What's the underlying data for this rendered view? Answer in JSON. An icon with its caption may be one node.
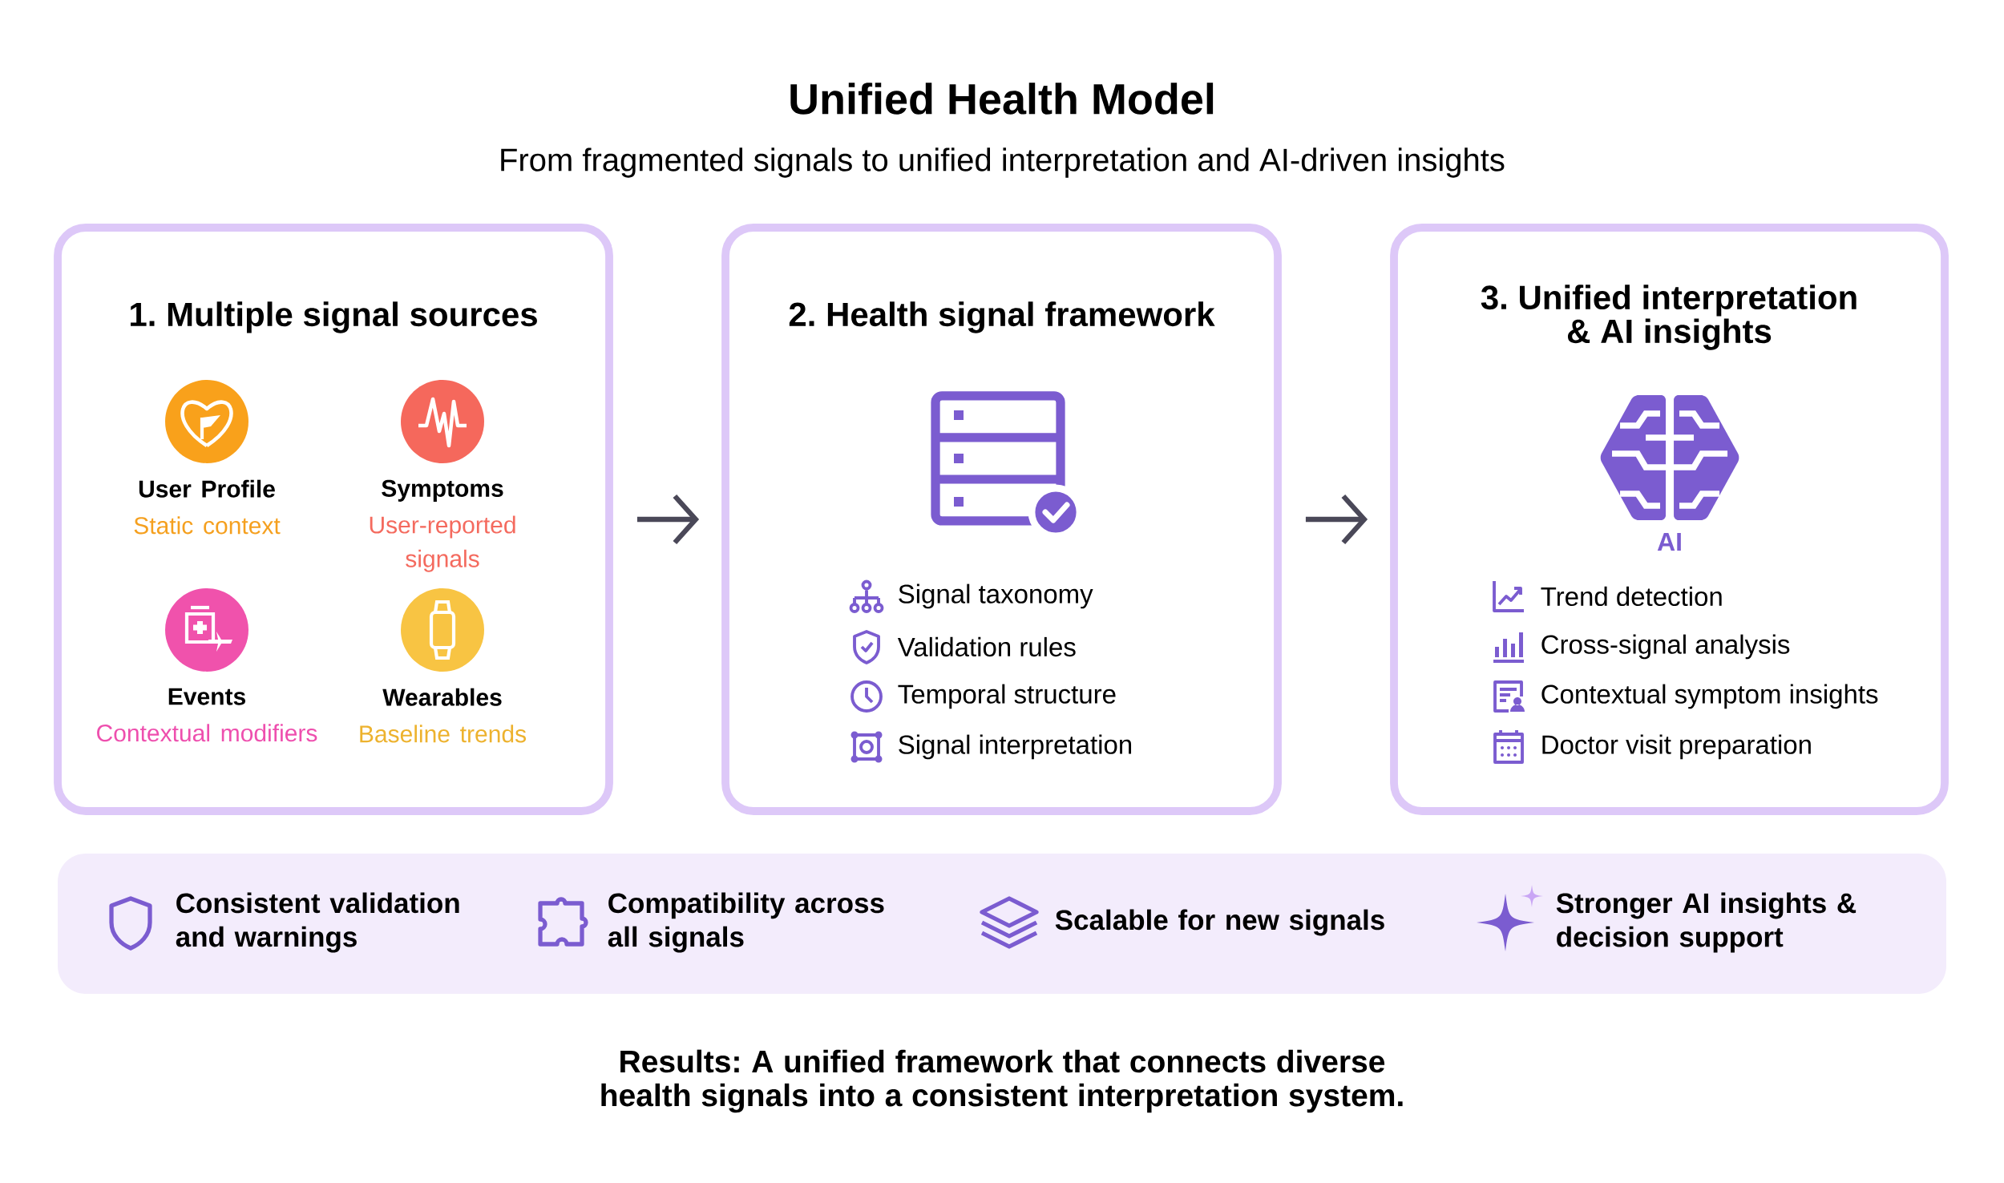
{
  "diagram": {
    "title": "Unified Health Model",
    "caption": "Results: A unified framework that connects diverse health signals into a consistent interpretation system.",
    "labels": [
      "From fragmented signals to unified interpretation and AI-driven insights"
    ],
    "nodes": [
      {
        "text": [
          "1. Multiple signal sources"
        ]
      },
      {
        "text": [
          "User Profile",
          "Static context"
        ],
        "in": 0
      },
      {
        "text": [
          "Symptoms",
          "User-reported signals"
        ],
        "in": 0
      },
      {
        "text": [
          "Events",
          "Contextual modifiers"
        ],
        "in": 0
      },
      {
        "text": [
          "Wearables",
          "Baseline trends"
        ],
        "in": 0
      },
      {
        "text": [
          "2. Health signal framework",
          "Signal taxonomy",
          "Validation rules",
          "Temporal structure",
          "Signal interpretation"
        ]
      },
      {
        "text": [
          "3. Unified interpretation & AI insights",
          "AI",
          "Trend detection",
          "Cross-signal analysis",
          "Contextual symptom insights",
          "Doctor visit preparation"
        ]
      },
      {
        "text": [],
        "shape": "band"
      },
      {
        "text": [
          "Consistent validation and warnings"
        ],
        "in": 7
      },
      {
        "text": [
          "Compatibility across all signals"
        ],
        "in": 7
      },
      {
        "text": [
          "Scalable for new signals"
        ],
        "in": 7
      },
      {
        "text": [
          "Stronger AI insights & decision support"
        ],
        "in": 7
      }
    ],
    "edges": [
      {
        "from": 0,
        "to": 5,
        "arrow": "to"
      },
      {
        "from": 5,
        "to": 6,
        "arrow": "to"
      }
    ]
  }
}
